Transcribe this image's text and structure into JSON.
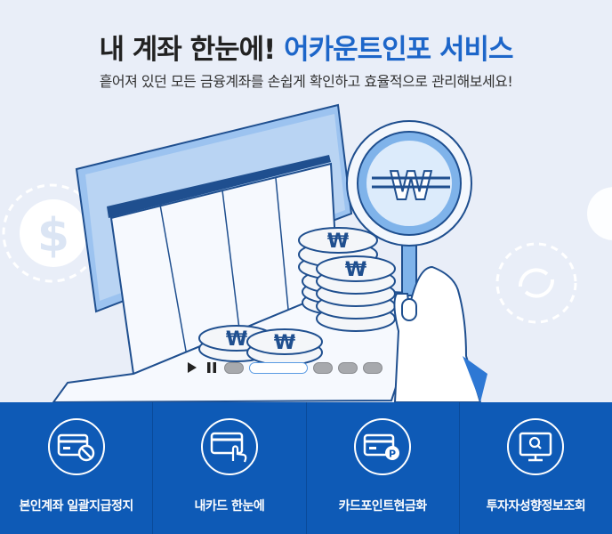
{
  "hero": {
    "title_main": "내 계좌 한눈에! ",
    "title_accent": "어카운트인포 서비스",
    "subtitle": "흩어져 있던 모든 금융계좌를 손쉽게 확인하고 효율적으로 관리해보세요!"
  },
  "slider": {
    "play_icon": "play-icon",
    "pause_icon": "pause-icon",
    "slides": 5,
    "active_index": 1
  },
  "menu": [
    {
      "label": "본인계좌 일괄지급정지",
      "icon": "card-block-icon"
    },
    {
      "label": "내카드 한눈에",
      "icon": "card-touch-icon"
    },
    {
      "label": "카드포인트현금화",
      "icon": "card-point-icon"
    },
    {
      "label": "투자자성향정보조회",
      "icon": "monitor-search-icon"
    }
  ],
  "colors": {
    "accent": "#1d66c9",
    "bar": "#0f5bb5"
  }
}
